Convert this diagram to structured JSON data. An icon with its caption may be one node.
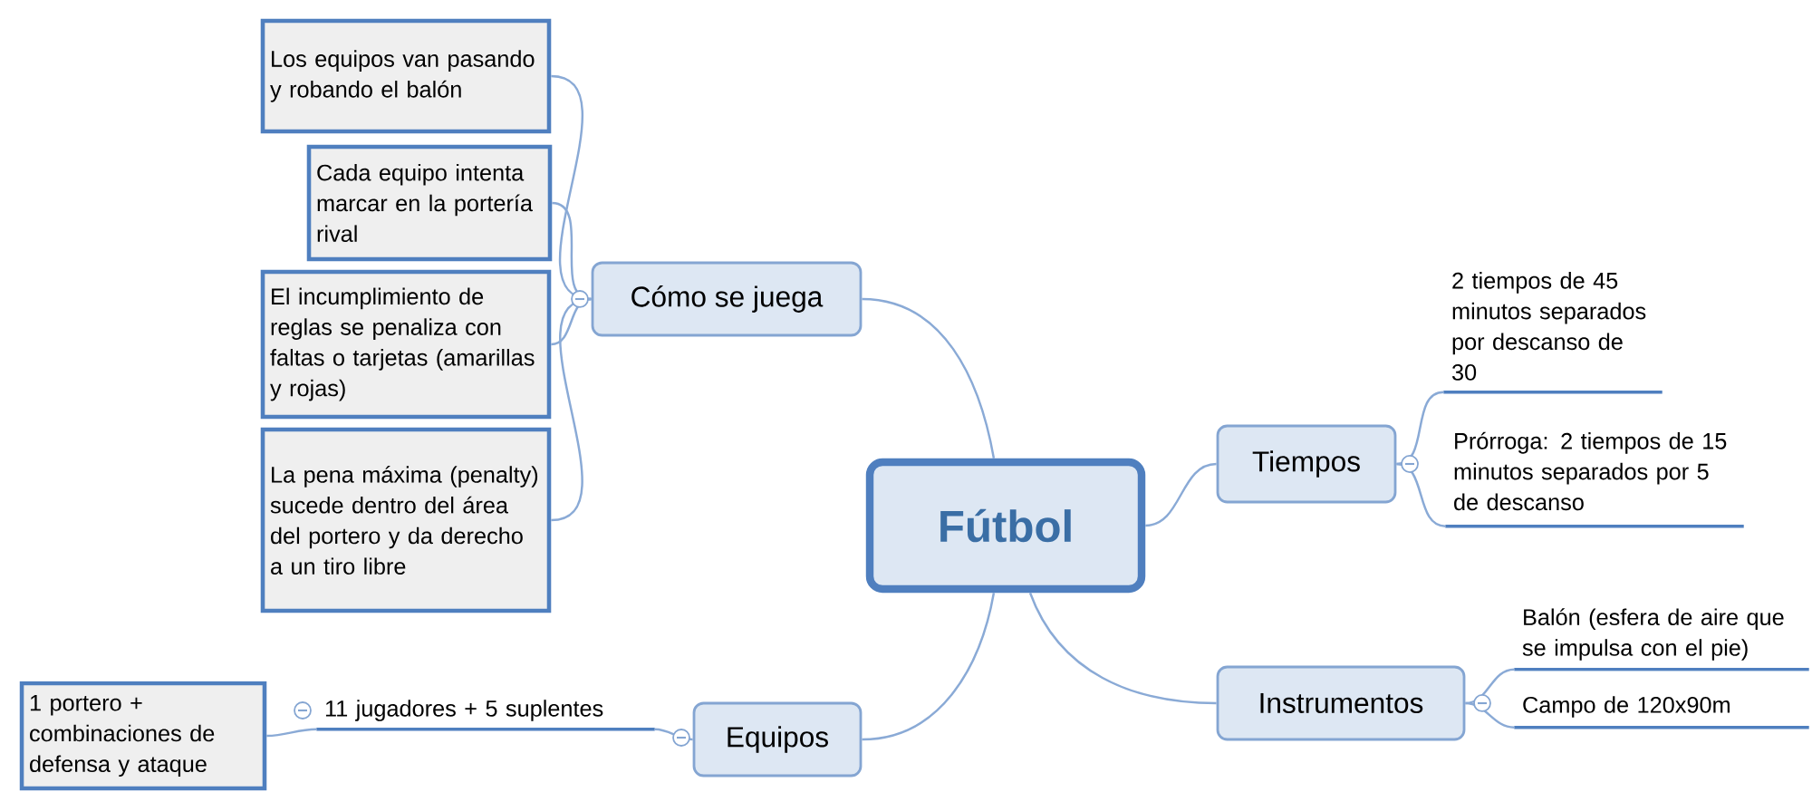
{
  "diagram": {
    "nodes": [
      {
        "text": [
          "Fútbol"
        ]
      },
      {
        "text": [
          "Cómo se juega"
        ]
      },
      {
        "text": [
          "Los equipos van pasando y robando el balón"
        ]
      },
      {
        "text": [
          "Cada equipo intenta marcar en la portería rival"
        ]
      },
      {
        "text": [
          "El incumplimiento de reglas se penaliza con faltas o tarjetas (amarillas y rojas)"
        ]
      },
      {
        "text": [
          "La pena máxima (penalty) sucede dentro del área del portero y da derecho a un tiro libre"
        ]
      },
      {
        "text": [
          "Tiempos"
        ]
      },
      {
        "text": [
          "2 tiempos de 45 minutos separados por descanso de 30"
        ]
      },
      {
        "text": [
          "Prórroga: 2 tiempos de 15 minutos separados por 5 de descanso"
        ]
      },
      {
        "text": [
          "Instrumentos"
        ]
      },
      {
        "text": [
          "Balón (esfera de aire que se impulsa con el pie)"
        ]
      },
      {
        "text": [
          "Campo de 120x90m"
        ]
      },
      {
        "text": [
          "Equipos"
        ]
      },
      {
        "text": [
          "11 jugadores + 5 suplentes"
        ]
      },
      {
        "text": [
          "1 portero + combinaciones de defensa y ataque"
        ]
      }
    ],
    "edges": [
      {
        "from": 0,
        "to": 1,
        "arrow": "none"
      },
      {
        "from": 1,
        "to": 2,
        "arrow": "none"
      },
      {
        "from": 1,
        "to": 3,
        "arrow": "none"
      },
      {
        "from": 1,
        "to": 4,
        "arrow": "none"
      },
      {
        "from": 1,
        "to": 5,
        "arrow": "none"
      },
      {
        "from": 0,
        "to": 6,
        "arrow": "none"
      },
      {
        "from": 6,
        "to": 7,
        "arrow": "none"
      },
      {
        "from": 6,
        "to": 8,
        "arrow": "none"
      },
      {
        "from": 0,
        "to": 9,
        "arrow": "none"
      },
      {
        "from": 9,
        "to": 10,
        "arrow": "none"
      },
      {
        "from": 9,
        "to": 11,
        "arrow": "none"
      },
      {
        "from": 0,
        "to": 12,
        "arrow": "none"
      },
      {
        "from": 12,
        "to": 13,
        "arrow": "none"
      },
      {
        "from": 13,
        "to": 14,
        "arrow": "none"
      }
    ]
  }
}
